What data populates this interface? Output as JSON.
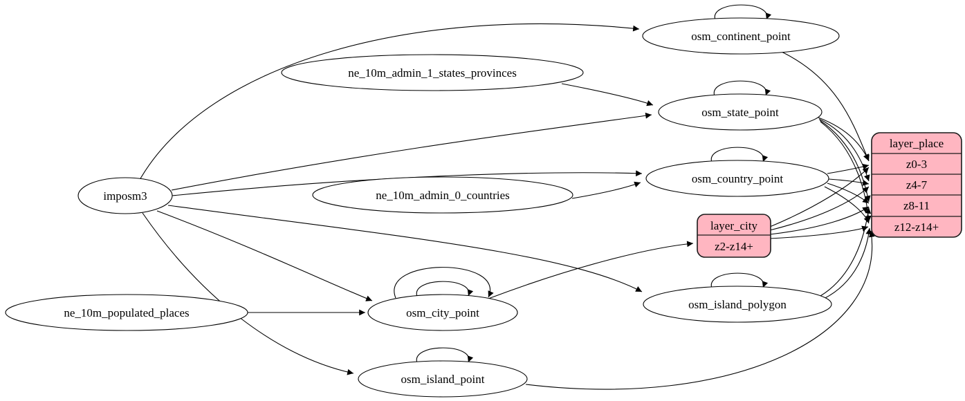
{
  "diagram": {
    "type": "etl-graph",
    "nodes": {
      "imposm3": {
        "label": "imposm3"
      },
      "ne_10m_admin_1_states_provinces": {
        "label": "ne_10m_admin_1_states_provinces"
      },
      "ne_10m_admin_0_countries": {
        "label": "ne_10m_admin_0_countries"
      },
      "ne_10m_populated_places": {
        "label": "ne_10m_populated_places"
      },
      "osm_continent_point": {
        "label": "osm_continent_point"
      },
      "osm_state_point": {
        "label": "osm_state_point"
      },
      "osm_country_point": {
        "label": "osm_country_point"
      },
      "osm_city_point": {
        "label": "osm_city_point"
      },
      "osm_island_polygon": {
        "label": "osm_island_polygon"
      },
      "osm_island_point": {
        "label": "osm_island_point"
      }
    },
    "records": {
      "layer_city": {
        "title": "layer_city",
        "rows": [
          "z2-z14+"
        ]
      },
      "layer_place": {
        "title": "layer_place",
        "rows": [
          "z0-3",
          "z4-7",
          "z8-11",
          "z12-z14+"
        ]
      }
    },
    "edges": [
      {
        "from": "imposm3",
        "to": "osm_continent_point"
      },
      {
        "from": "imposm3",
        "to": "osm_state_point"
      },
      {
        "from": "imposm3",
        "to": "osm_country_point"
      },
      {
        "from": "imposm3",
        "to": "osm_city_point"
      },
      {
        "from": "imposm3",
        "to": "osm_island_polygon"
      },
      {
        "from": "imposm3",
        "to": "osm_island_point"
      },
      {
        "from": "ne_10m_admin_1_states_provinces",
        "to": "osm_state_point"
      },
      {
        "from": "ne_10m_admin_0_countries",
        "to": "osm_country_point"
      },
      {
        "from": "ne_10m_populated_places",
        "to": "osm_city_point"
      },
      {
        "from": "osm_continent_point",
        "to": "osm_continent_point"
      },
      {
        "from": "osm_state_point",
        "to": "osm_state_point"
      },
      {
        "from": "osm_country_point",
        "to": "osm_country_point"
      },
      {
        "from": "osm_city_point",
        "to": "osm_city_point"
      },
      {
        "from": "osm_city_point",
        "to": "osm_city_point"
      },
      {
        "from": "osm_island_polygon",
        "to": "osm_island_polygon"
      },
      {
        "from": "osm_island_point",
        "to": "osm_island_point"
      },
      {
        "from": "osm_city_point",
        "to": "layer_city:z2-z14+"
      },
      {
        "from": "osm_continent_point",
        "to": "layer_place:z0-3"
      },
      {
        "from": "osm_state_point",
        "to": "layer_place:z0-3"
      },
      {
        "from": "osm_state_point",
        "to": "layer_place:z4-7"
      },
      {
        "from": "osm_state_point",
        "to": "layer_place:z8-11"
      },
      {
        "from": "osm_state_point",
        "to": "layer_place:z12-z14+"
      },
      {
        "from": "osm_country_point",
        "to": "layer_place:z0-3"
      },
      {
        "from": "osm_country_point",
        "to": "layer_place:z4-7"
      },
      {
        "from": "osm_country_point",
        "to": "layer_place:z8-11"
      },
      {
        "from": "osm_country_point",
        "to": "layer_place:z12-z14+"
      },
      {
        "from": "layer_city",
        "to": "layer_place:z0-3"
      },
      {
        "from": "layer_city",
        "to": "layer_place:z4-7"
      },
      {
        "from": "layer_city",
        "to": "layer_place:z8-11"
      },
      {
        "from": "layer_city",
        "to": "layer_place:z12-z14+"
      },
      {
        "from": "osm_island_polygon",
        "to": "layer_place:z8-11"
      },
      {
        "from": "osm_island_polygon",
        "to": "layer_place:z12-z14+"
      },
      {
        "from": "osm_island_point",
        "to": "layer_place:z12-z14+"
      }
    ],
    "colors": {
      "record_fill": "#ffb6c1",
      "node_fill": "#ffffff",
      "edge": "#000000"
    }
  }
}
